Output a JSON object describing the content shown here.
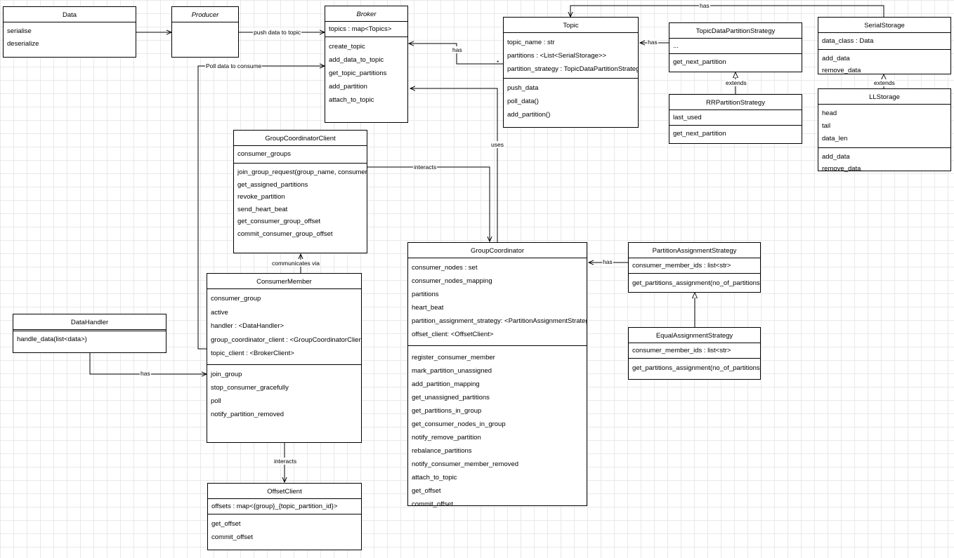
{
  "classes": {
    "data": {
      "name": "Data",
      "methods": [
        "serialise",
        "deserialize"
      ]
    },
    "producer": {
      "name": "Producer"
    },
    "broker": {
      "name": "Broker",
      "attributes": [
        "topics : map<Topics>"
      ],
      "methods": [
        "create_topic",
        "add_data_to_topic",
        "get_topic_partitions",
        "add_partition",
        "attach_to_topic"
      ]
    },
    "topic": {
      "name": "Topic",
      "attributes": [
        "topic_name : str",
        "partitions : <List<SerialStorage>>",
        "partition_strategy : TopicDataPartitionStrategy"
      ],
      "methods": [
        "push_data",
        "poll_data()",
        "add_partition()"
      ]
    },
    "topic_data_partition_strategy": {
      "name": "TopicDataPartitionStrategy",
      "attributes": [
        "..."
      ],
      "methods": [
        "get_next_partition"
      ]
    },
    "rr_partition_strategy": {
      "name": "RRPartitionStrategy",
      "attributes": [
        "last_used"
      ],
      "methods": [
        "get_next_partition"
      ]
    },
    "serial_storage": {
      "name": "SerialStorage",
      "attributes": [
        "data_class : Data"
      ],
      "methods": [
        "add_data",
        "remove_data"
      ]
    },
    "ll_storage": {
      "name": "LLStorage",
      "attributes": [
        "head",
        "tail",
        "data_len"
      ],
      "methods": [
        "add_data",
        "remove_data"
      ]
    },
    "group_coordinator_client": {
      "name": "GroupCoordinatorClient",
      "attributes": [
        "consumer_groups"
      ],
      "methods": [
        "join_group_request(group_name, consumer_id)",
        "get_assigned_partitions",
        "revoke_partition",
        "send_heart_beat",
        "get_consumer_group_offset",
        "commit_consumer_group_offset"
      ]
    },
    "consumer_member": {
      "name": "ConsumerMember",
      "attributes": [
        "consumer_group",
        "active",
        "handler : <DataHandler>",
        "group_coordinator_client : <GroupCoordinatorClient>",
        "topic_client : <BrokerClient>"
      ],
      "methods": [
        "join_group",
        "stop_consumer_gracefully",
        "poll",
        "notify_partition_removed"
      ]
    },
    "data_handler": {
      "name": "DataHandler",
      "methods": [
        "handle_data(list<data>)"
      ]
    },
    "offset_client": {
      "name": "OffsetClient",
      "attributes": [
        "offsets : map<{group}_{topic_partition_id}>"
      ],
      "methods": [
        "get_offset",
        "commit_offset"
      ]
    },
    "group_coordinator": {
      "name": "GroupCoordinator",
      "attributes": [
        "consumer_nodes : set",
        "consumer_nodes_mapping",
        "partitions",
        "heart_beat",
        "partition_assignment_strategy: <PartitionAssignmentStrategy>",
        "offset_client: <OffsetClient>"
      ],
      "methods": [
        "register_consumer_member",
        "mark_partition_unassigned",
        "add_partition_mapping",
        "get_unassigned_partitions",
        "get_partitions_in_group",
        "get_consumer_nodes_in_group",
        "notify_remove_partition",
        "rebalance_partitions",
        "notify_consumer_member_removed",
        "attach_to_topic",
        "get_offset",
        "commit_offset"
      ]
    },
    "partition_assignment_strategy": {
      "name": "PartitionAssignmentStrategy",
      "attributes": [
        "consumer_member_ids : list<str>"
      ],
      "methods": [
        "get_partitions_assignment(no_of_partitions)"
      ]
    },
    "equal_assignment_strategy": {
      "name": "EqualAssignmentStrategy",
      "attributes": [
        "consumer_member_ids : list<str>"
      ],
      "methods": [
        "get_partitions_assignment(no_of_partitions)"
      ]
    }
  },
  "edges": {
    "push_data": "push data to topic",
    "poll_data": "Poll data to consume",
    "topic_has_broker": "has",
    "topic_multiplicity": "*",
    "serial_has_topic": "has",
    "strategy_has_topic": "has",
    "rr_extends": "extends",
    "ll_extends": "extends",
    "uses": "uses",
    "interacts_gcc": "interacts",
    "communicates": "communicates via",
    "datahandler_has": "has",
    "interacts_offset": "interacts",
    "pas_has": "has"
  }
}
